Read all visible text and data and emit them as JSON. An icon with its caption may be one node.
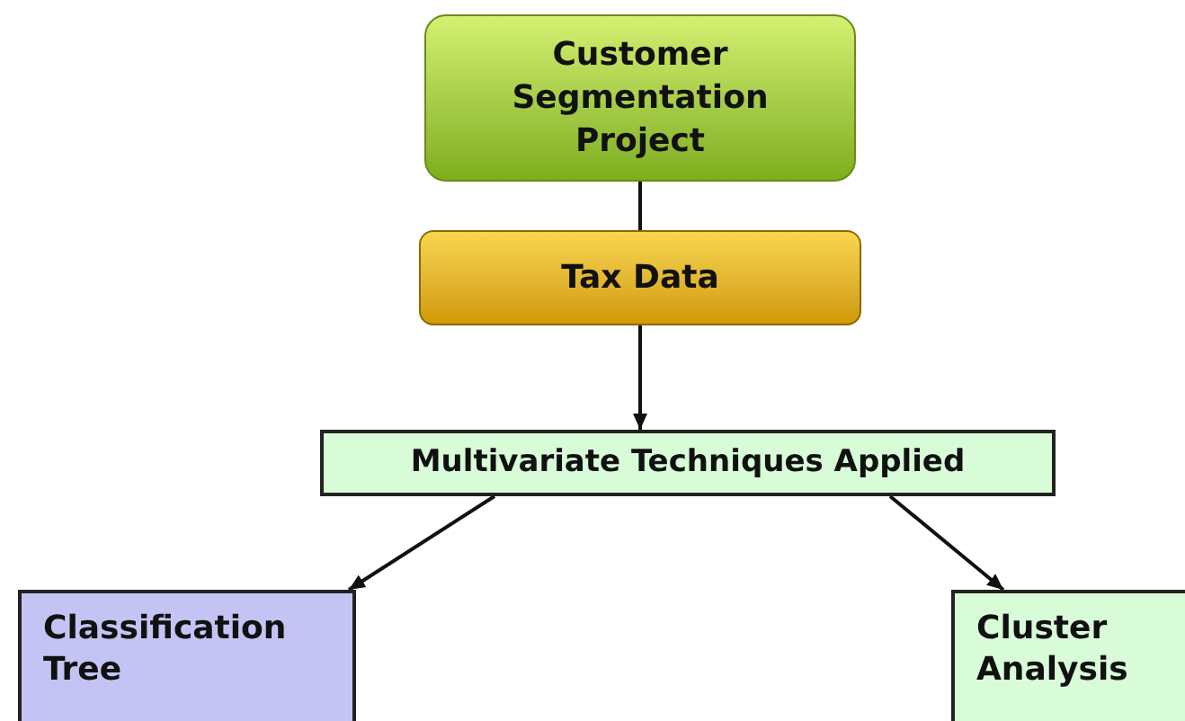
{
  "diagram": {
    "nodes": [
      {
        "text": [
          "Customer Segmentation Project"
        ]
      },
      {
        "text": [
          "Tax Data"
        ]
      },
      {
        "text": [
          "Multivariate Techniques Applied"
        ]
      },
      {
        "text": [
          "Classification Tree"
        ]
      },
      {
        "text": [
          "Cluster Analysis"
        ]
      }
    ],
    "edges": [
      {
        "from": 0,
        "to": 1,
        "arrow": "none"
      },
      {
        "from": 1,
        "to": 2,
        "arrow": "to"
      },
      {
        "from": 2,
        "to": 3,
        "arrow": "to"
      },
      {
        "from": 2,
        "to": 4,
        "arrow": "to"
      }
    ]
  }
}
